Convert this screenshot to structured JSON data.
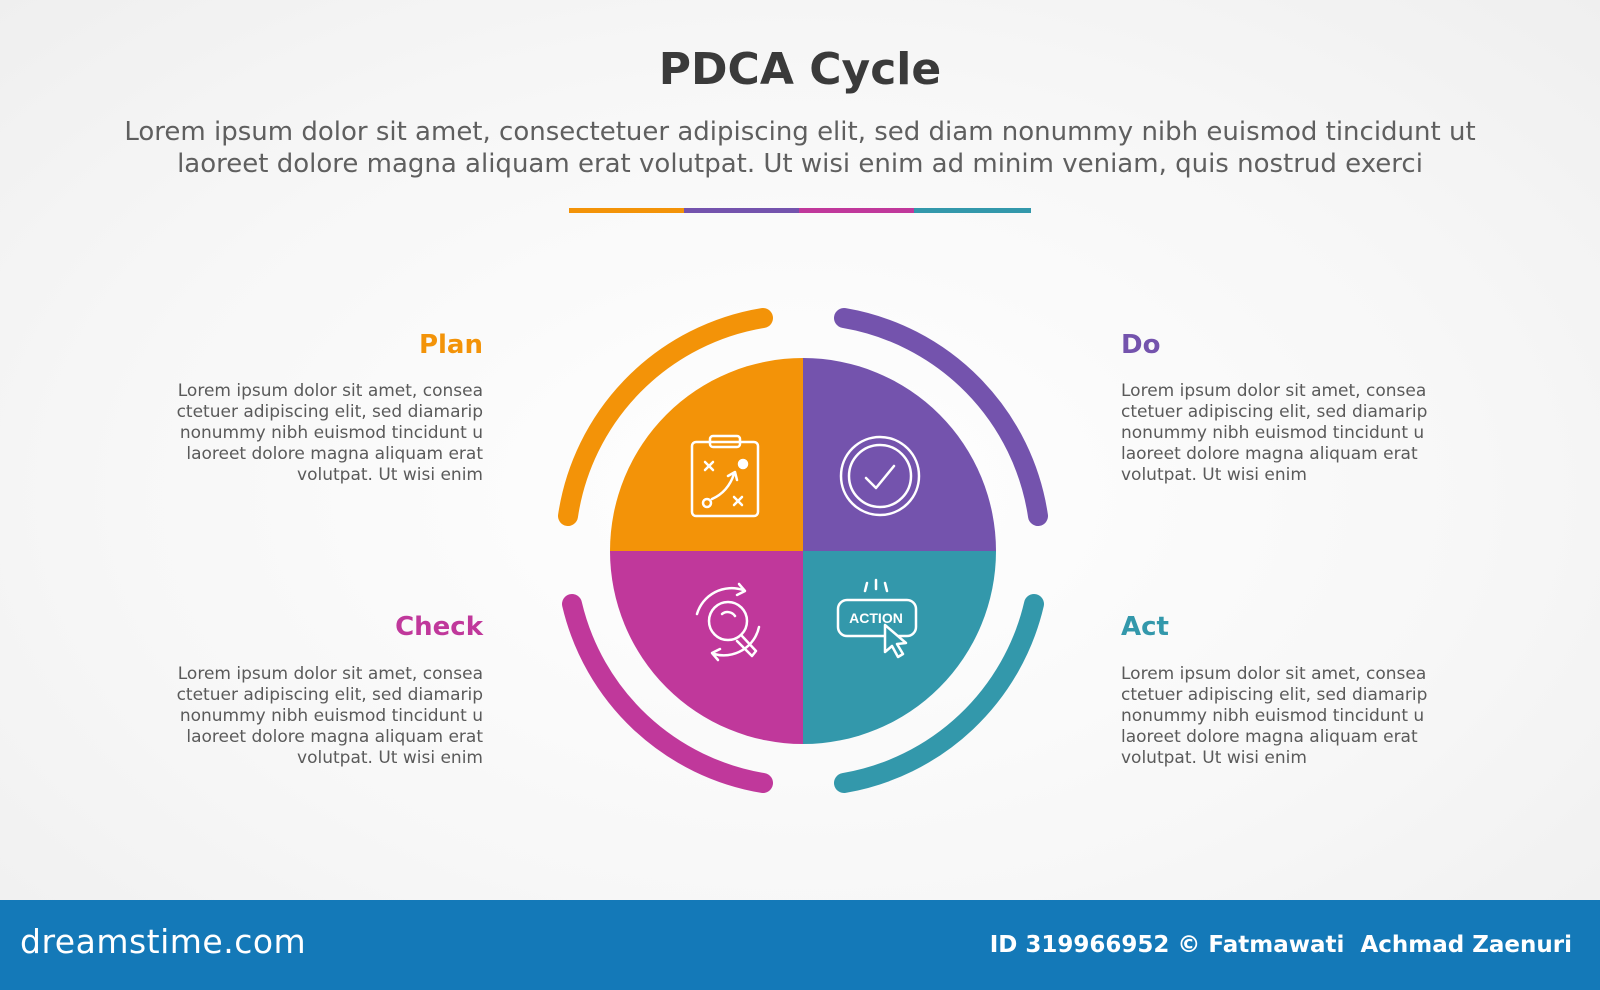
{
  "title": "PDCA Cycle",
  "subtitle_lines": [
    "Lorem ipsum dolor sit amet, consectetuer adipiscing elit, sed diam nonummy nibh euismod tincidunt ut",
    "laoreet dolore magna aliquam erat volutpat. Ut wisi enim ad minim veniam, quis nostrud exerci"
  ],
  "colors": {
    "plan": "#f39308",
    "do": "#7453ad",
    "check": "#c0389b",
    "act": "#3398ab",
    "title": "#3a3a3a",
    "footer": "#1479b8"
  },
  "steps": {
    "plan": {
      "label": "Plan",
      "icon": "clipboard-strategy-icon",
      "text_lines": [
        "Lorem ipsum dolor sit amet, consea",
        "ctetuer adipiscing elit, sed diamarip",
        "nonummy nibh euismod tincidunt u",
        "laoreet dolore magna aliquam erat",
        "volutpat. Ut wisi enim"
      ]
    },
    "do": {
      "label": "Do",
      "icon": "checkmark-circle-icon",
      "text_lines": [
        "Lorem ipsum dolor sit amet, consea",
        "ctetuer adipiscing elit, sed diamarip",
        "nonummy nibh euismod tincidunt u",
        "laoreet dolore magna aliquam erat",
        "volutpat. Ut wisi enim"
      ]
    },
    "check": {
      "label": "Check",
      "icon": "magnifier-refresh-icon",
      "text_lines": [
        "Lorem ipsum dolor sit amet, consea",
        "ctetuer adipiscing elit, sed diamarip",
        "nonummy nibh euismod tincidunt u",
        "laoreet dolore magna aliquam erat",
        "volutpat. Ut wisi enim"
      ]
    },
    "act": {
      "label": "Act",
      "icon": "action-button-cursor-icon",
      "action_label": "ACTION",
      "text_lines": [
        "Lorem ipsum dolor sit amet, consea",
        "ctetuer adipiscing elit, sed diamarip",
        "nonummy nibh euismod tincidunt u",
        "laoreet dolore magna aliquam erat",
        "volutpat. Ut wisi enim"
      ]
    }
  },
  "footer": {
    "brand": "dreamstime.com",
    "credit": "ID 319966952 © Fatmawati  Achmad Zaenuri"
  }
}
